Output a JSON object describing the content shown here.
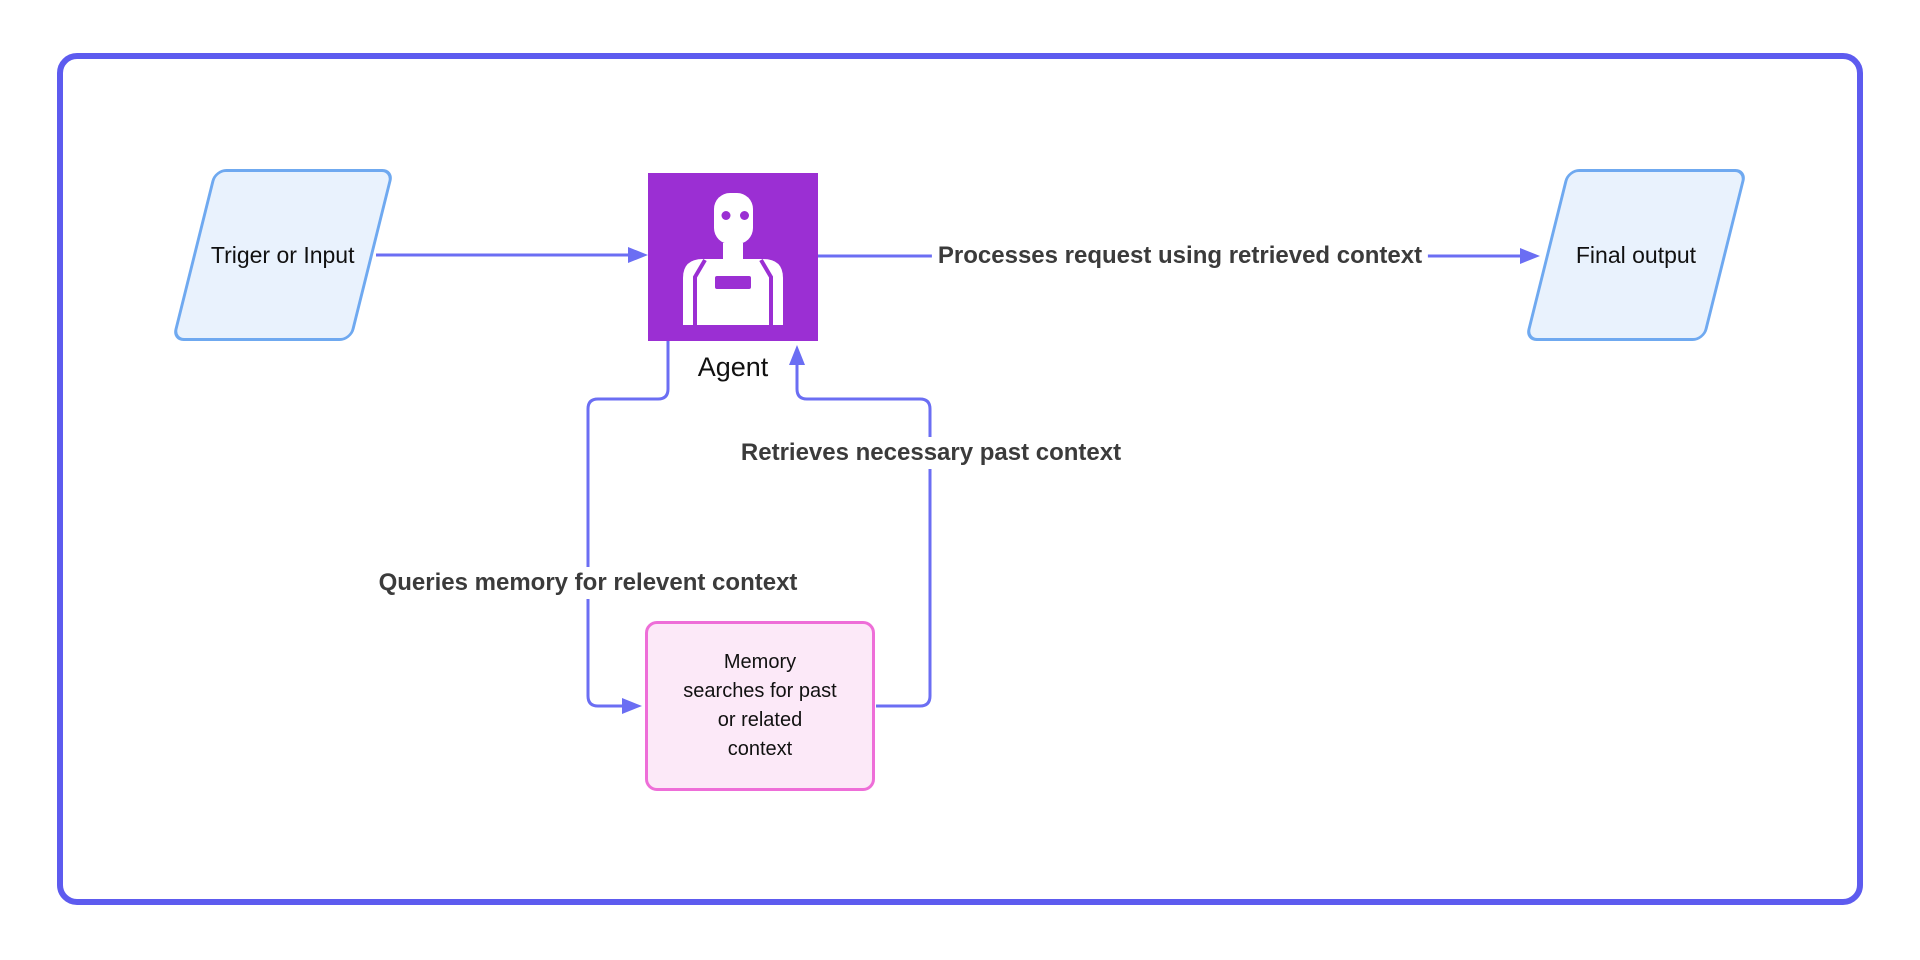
{
  "diagram": {
    "nodes": {
      "trigger": {
        "label": "Triger or Input"
      },
      "agent": {
        "label": "Agent",
        "icon": "robot-icon"
      },
      "final": {
        "label": "Final output"
      },
      "memory": {
        "label": "Memory\nsearches for past\nor related\ncontext"
      }
    },
    "edges": {
      "process": {
        "label": "Processes request using retrieved context"
      },
      "retrieve": {
        "label": "Retrieves necessary past context"
      },
      "query": {
        "label": "Queries memory for relevent context"
      }
    }
  },
  "colors": {
    "frame_border": "#5d5bef",
    "connector": "#6b6ef3",
    "agent_fill": "#9b2fd3",
    "io_fill": "#e9f2fd",
    "io_border": "#6fa9f0",
    "memory_fill": "#fce9f8",
    "memory_border": "#ee6ed8",
    "edge_label_text": "#3b3b3b"
  }
}
